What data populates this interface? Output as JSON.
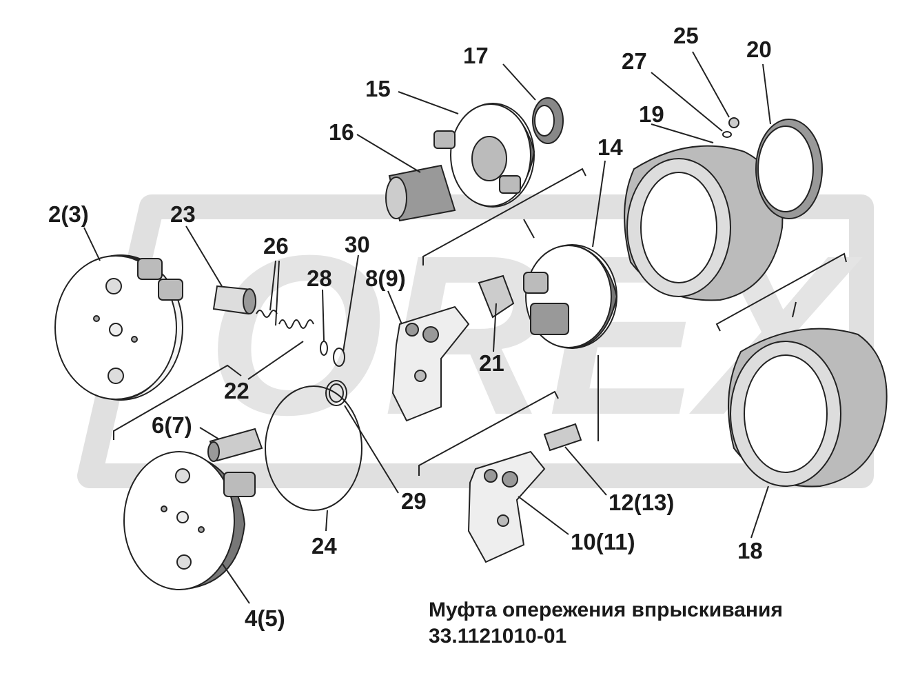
{
  "diagram": {
    "caption_title": "Муфта опережения впрыскивания",
    "caption_code": "33.1121010-01",
    "watermark_text": "OREX",
    "part_labels": {
      "l17": "17",
      "l25": "25",
      "l20": "20",
      "l27": "27",
      "l15": "15",
      "l19": "19",
      "l16": "16",
      "l14": "14",
      "l2_3": "2(3)",
      "l23": "23",
      "l26": "26",
      "l30": "30",
      "l28": "28",
      "l8_9": "8(9)",
      "l21": "21",
      "l22": "22",
      "l6_7": "6(7)",
      "l29": "29",
      "l12_13": "12(13)",
      "l24": "24",
      "l10_11": "10(11)",
      "l18": "18",
      "l4_5": "4(5)"
    }
  }
}
